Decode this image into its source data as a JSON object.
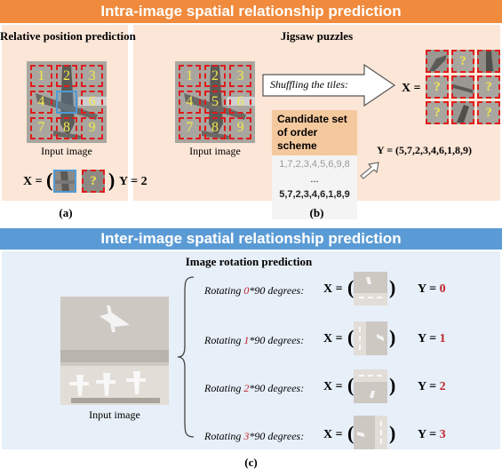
{
  "colors": {
    "top_banner": "#f08a3c",
    "bottom_banner": "#5b9bd5",
    "top_panel_bg": "#fbe6d7",
    "bottom_panel_bg": "#e7eff8",
    "dash_red": "#e01b1b",
    "tile_number_yellow": "#f4e94b",
    "highlight_blue": "#4d9ad6",
    "value_red": "#c0272d"
  },
  "top_banner": {
    "title": "Intra-image spatial relationship prediction"
  },
  "bottom_banner": {
    "title": "Inter-image spatial relationship prediction"
  },
  "panel_a": {
    "heading": "Relative position prediction",
    "grid_numbers": [
      "1",
      "2",
      "3",
      "4",
      "",
      "6",
      "7",
      "8",
      "9"
    ],
    "caption": "Input image",
    "formula_x": "X =",
    "formula_y": "Y = 2",
    "tile_mark": "?",
    "label": "(a)"
  },
  "panel_b": {
    "heading": "Jigsaw puzzles",
    "grid_numbers": [
      "1",
      "2",
      "3",
      "4",
      "5",
      "6",
      "7",
      "8",
      "9"
    ],
    "caption": "Input image",
    "arrow_text": "Shuffling the tiles:",
    "x_label": "X =",
    "tile_mark": "?",
    "candidate_title": "Candidate set of order scheme",
    "candidate_rows": [
      "1,7,2,3,4,5,6,9,8",
      "...",
      "5,7,2,3,4,6,1,8,9",
      "..."
    ],
    "result": "Y = (5,7,2,3,4,6,1,8,9)",
    "label": "(b)"
  },
  "panel_c": {
    "heading": "Image rotation prediction",
    "caption": "Input image",
    "rows": [
      {
        "prefix": "Rotating ",
        "num": "0",
        "suffix": "*90 degrees:",
        "x": "X =",
        "y_prefix": "Y = ",
        "y_val": "0"
      },
      {
        "prefix": "Rotating ",
        "num": "1",
        "suffix": "*90 degrees:",
        "x": "X =",
        "y_prefix": "Y = ",
        "y_val": "1"
      },
      {
        "prefix": "Rotating ",
        "num": "2",
        "suffix": "*90 degrees:",
        "x": "X =",
        "y_prefix": "Y = ",
        "y_val": "2"
      },
      {
        "prefix": "Rotating ",
        "num": "3",
        "suffix": "*90 degrees:",
        "x": "X =",
        "y_prefix": "Y = ",
        "y_val": "3"
      }
    ],
    "label": "(c)"
  }
}
